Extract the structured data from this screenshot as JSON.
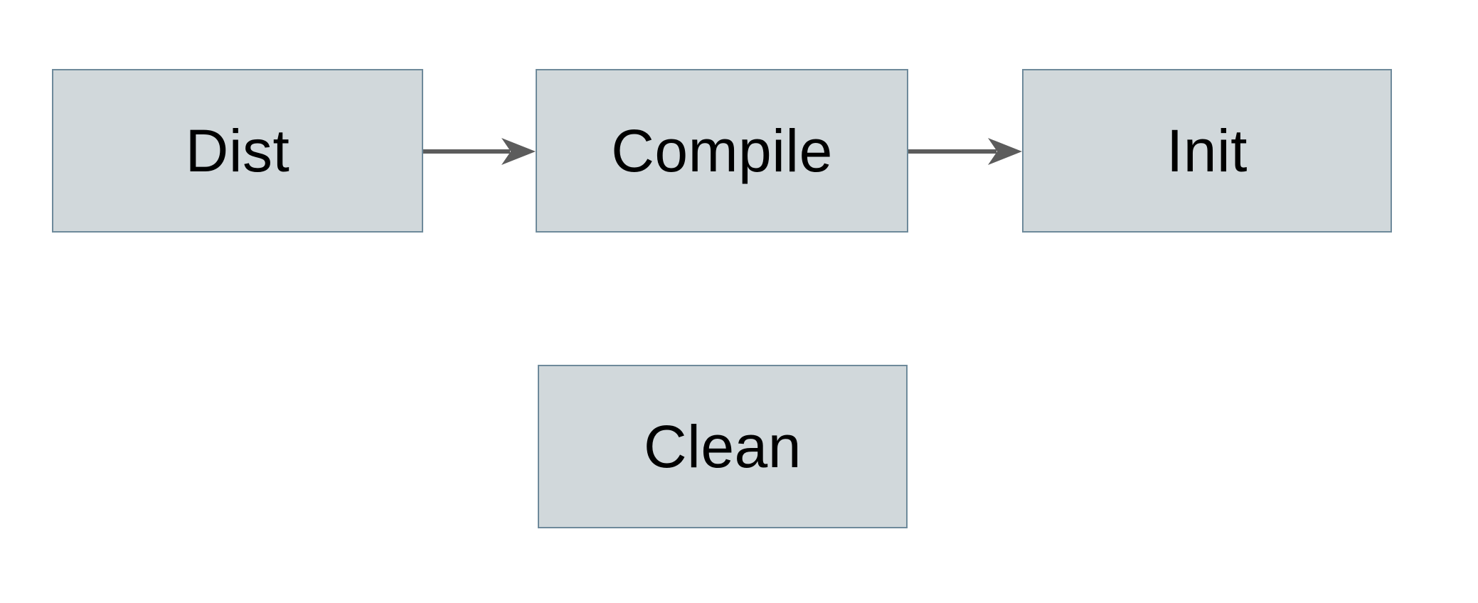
{
  "diagram": {
    "type": "flowchart",
    "background_color": "#ffffff",
    "nodes": [
      {
        "id": "dist",
        "label": "Dist"
      },
      {
        "id": "compile",
        "label": "Compile"
      },
      {
        "id": "init",
        "label": "Init"
      },
      {
        "id": "clean",
        "label": "Clean"
      }
    ],
    "edges": [
      {
        "from": "dist",
        "to": "compile",
        "direction": "right"
      },
      {
        "from": "compile",
        "to": "init",
        "direction": "right"
      }
    ],
    "colors": {
      "node_fill": "#d1d8db",
      "node_border": "#6e8a9b",
      "arrow": "#5c5c5c",
      "text": "#000000"
    }
  }
}
